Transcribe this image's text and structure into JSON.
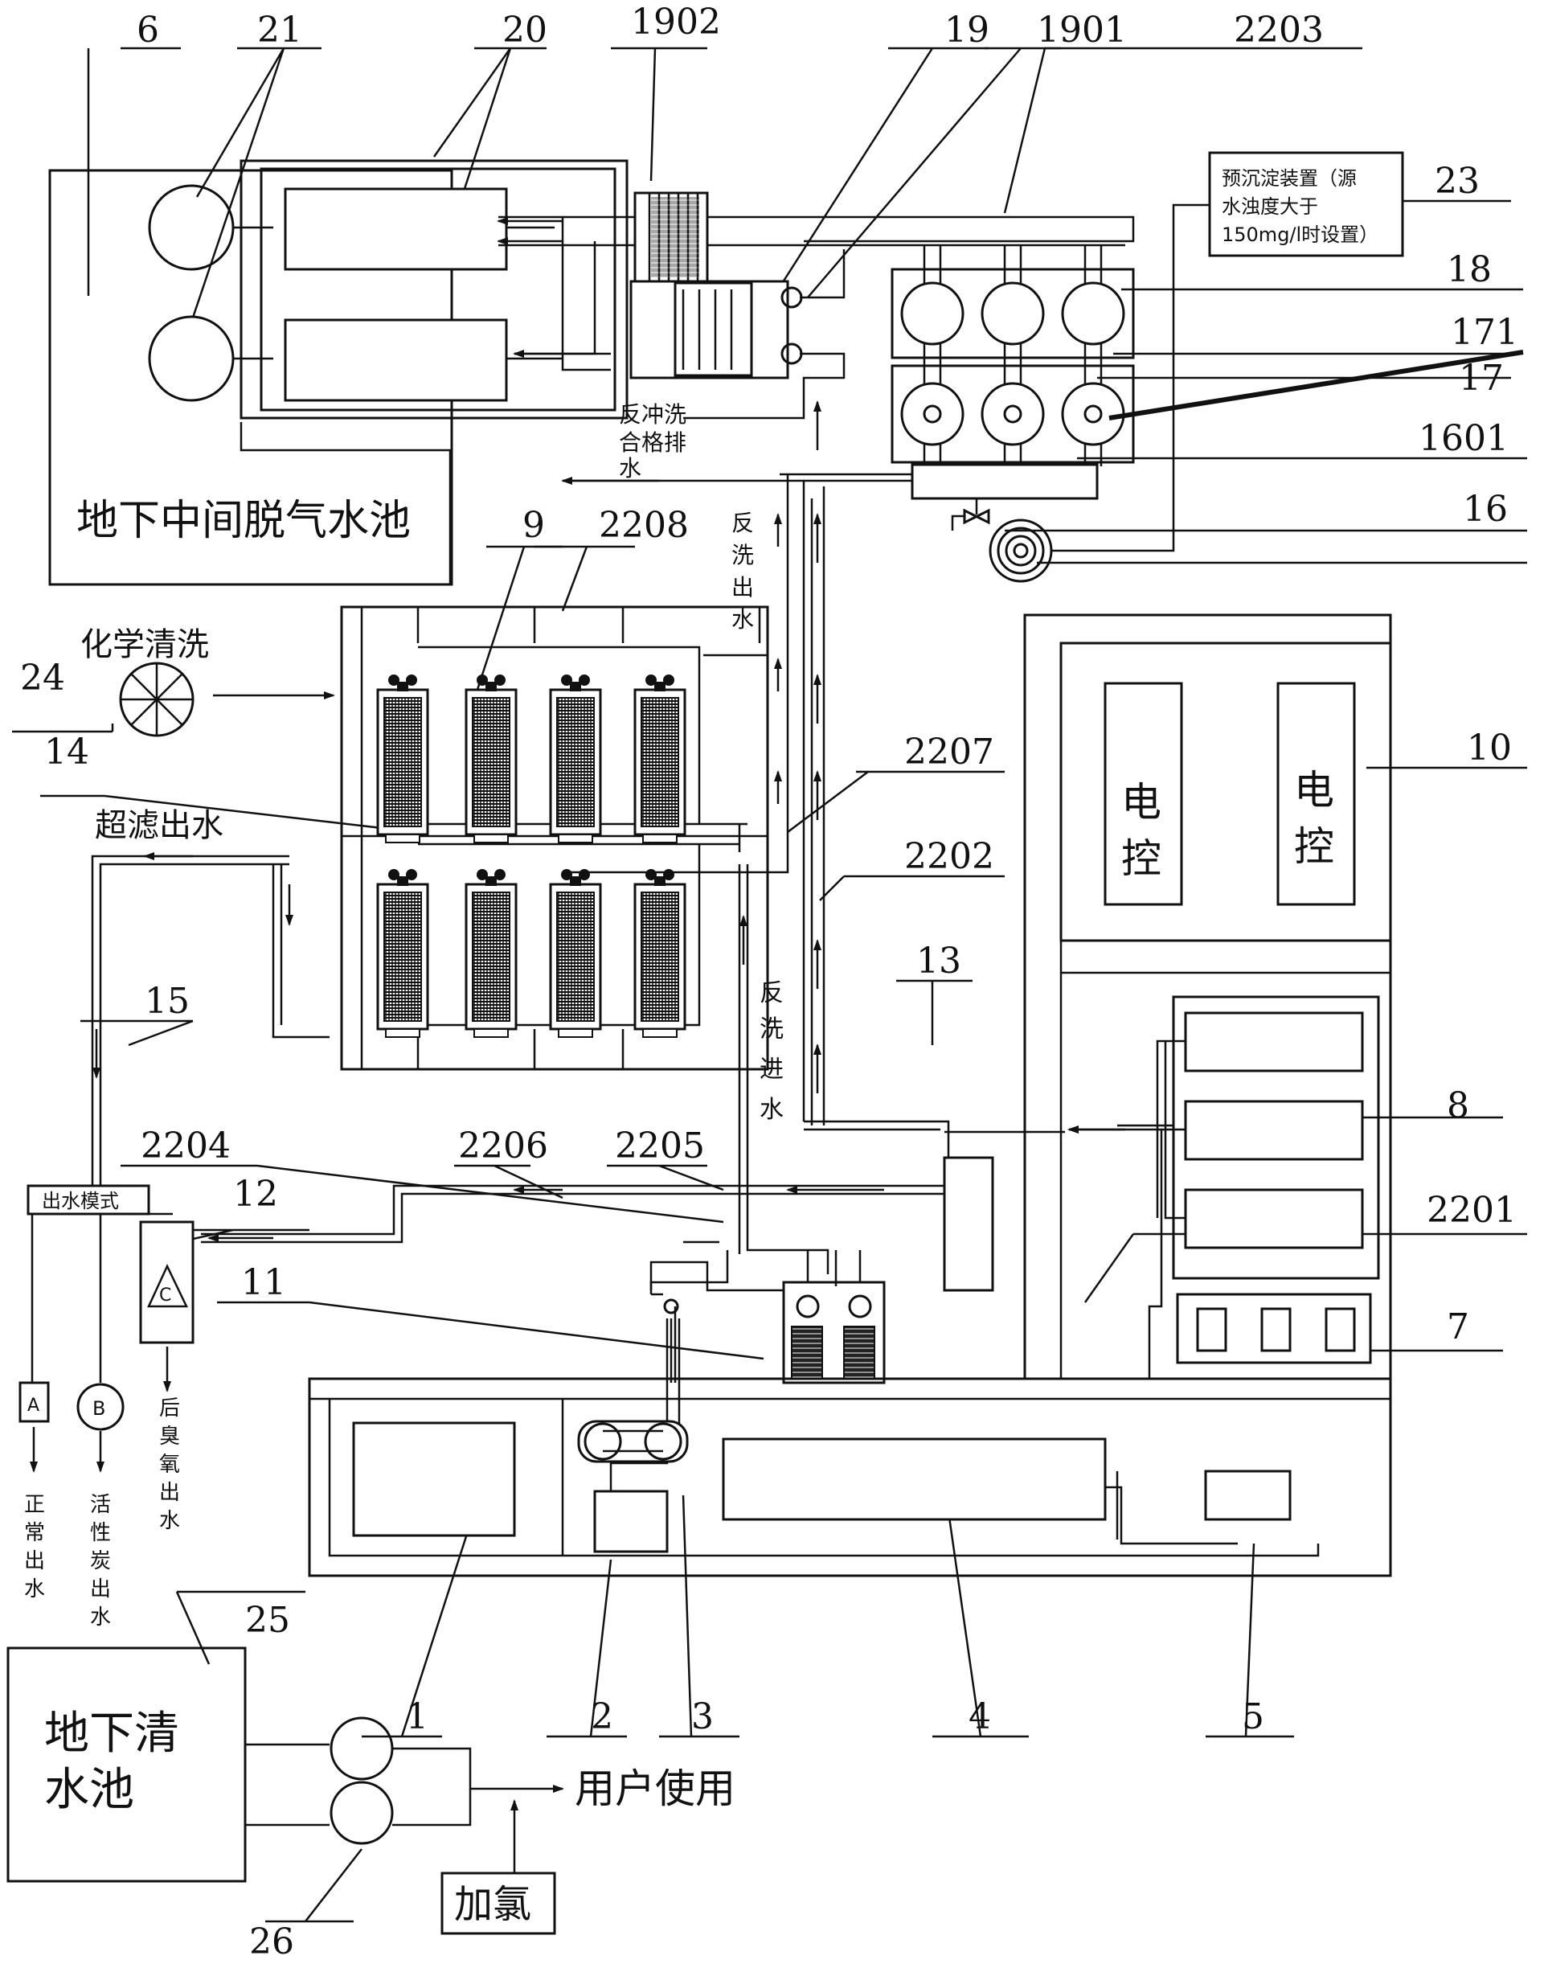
{
  "number_labels": [
    {
      "id": "n6",
      "text": "6"
    },
    {
      "id": "n21",
      "text": "21"
    },
    {
      "id": "n20",
      "text": "20"
    },
    {
      "id": "n1902",
      "text": "1902"
    },
    {
      "id": "n19",
      "text": "19"
    },
    {
      "id": "n1901",
      "text": "1901"
    },
    {
      "id": "n2203",
      "text": "2203"
    },
    {
      "id": "n23",
      "text": "23"
    },
    {
      "id": "n18",
      "text": "18"
    },
    {
      "id": "n171",
      "text": "171"
    },
    {
      "id": "n17",
      "text": "17"
    },
    {
      "id": "n1601",
      "text": "1601"
    },
    {
      "id": "n16",
      "text": "16"
    },
    {
      "id": "n9",
      "text": "9"
    },
    {
      "id": "n2208",
      "text": "2208"
    },
    {
      "id": "n24",
      "text": "24"
    },
    {
      "id": "n14",
      "text": "14"
    },
    {
      "id": "n2207",
      "text": "2207"
    },
    {
      "id": "n10",
      "text": "10"
    },
    {
      "id": "n2202",
      "text": "2202"
    },
    {
      "id": "n13",
      "text": "13"
    },
    {
      "id": "n15",
      "text": "15"
    },
    {
      "id": "n8",
      "text": "8"
    },
    {
      "id": "n2204",
      "text": "2204"
    },
    {
      "id": "n2206",
      "text": "2206"
    },
    {
      "id": "n2205",
      "text": "2205"
    },
    {
      "id": "n12",
      "text": "12"
    },
    {
      "id": "n2201",
      "text": "2201"
    },
    {
      "id": "n11",
      "text": "11"
    },
    {
      "id": "n7",
      "text": "7"
    },
    {
      "id": "n25",
      "text": "25"
    },
    {
      "id": "n1",
      "text": "1"
    },
    {
      "id": "n2",
      "text": "2"
    },
    {
      "id": "n3",
      "text": "3"
    },
    {
      "id": "n4",
      "text": "4"
    },
    {
      "id": "n5",
      "text": "5"
    },
    {
      "id": "n26",
      "text": "26"
    }
  ],
  "texts": {
    "degas_pool": "地下中间脱气水池",
    "pre_sediment": [
      "预沉淀装置（源",
      "水浊度大于",
      "150mg/l时设置）"
    ],
    "backwash_drain": [
      "反冲洗",
      "合格排",
      "水"
    ],
    "backwash_out": [
      "反",
      "洗",
      "出",
      "水"
    ],
    "chem_clean": "化学清洗",
    "uf_out": "超滤出水",
    "backwash_in": [
      "反",
      "洗",
      "进",
      "水"
    ],
    "elec1": [
      "电",
      "控"
    ],
    "elec2": [
      "电",
      "控"
    ],
    "outlet_mode": "出水模式",
    "mode_a": "A",
    "mode_b": "B",
    "mode_c": "C",
    "normal_out": [
      "正",
      "常",
      "出",
      "水"
    ],
    "carbon_out": [
      "活",
      "性",
      "炭",
      "出",
      "水"
    ],
    "ozone_out": [
      "后",
      "臭",
      "氧",
      "出",
      "水"
    ],
    "clear_pool": [
      "地下清",
      "水池"
    ],
    "user_use": "用户使用",
    "chlorine": "加氯"
  }
}
